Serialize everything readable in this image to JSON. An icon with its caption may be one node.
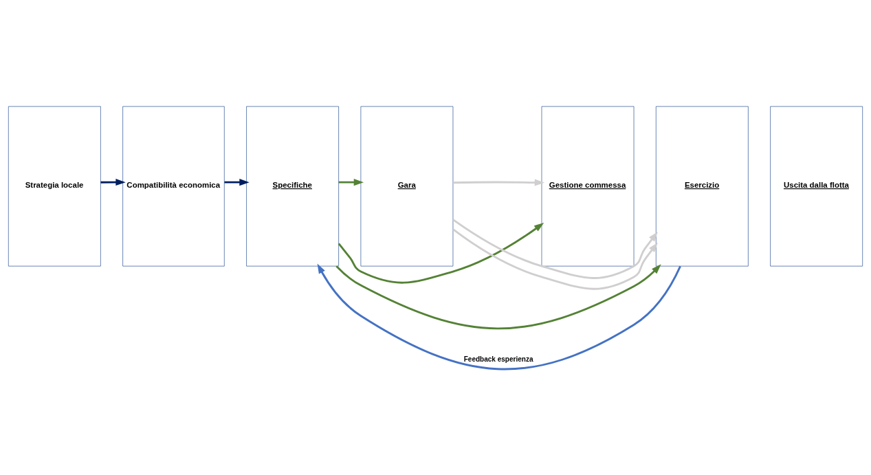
{
  "diagram": {
    "nodes": [
      {
        "text": [
          "Strategia locale"
        ]
      },
      {
        "text": [
          "Compatibilità economica"
        ]
      },
      {
        "text": [
          "Specifiche"
        ]
      },
      {
        "text": [
          "Gara"
        ]
      },
      {
        "text": [
          "Gestione commessa"
        ]
      },
      {
        "text": [
          "Esercizio"
        ]
      },
      {
        "text": [
          "Uscita dalla flotta"
        ]
      }
    ],
    "edges": [
      {
        "from": 0,
        "to": 1,
        "arrow": "to",
        "color": "#002060"
      },
      {
        "from": 1,
        "to": 2,
        "arrow": "to",
        "color": "#002060"
      },
      {
        "from": 5,
        "to": 2,
        "arrow": "to",
        "label": "Feedback esperienza",
        "color": "#4472c4"
      },
      {
        "from": 3,
        "to": 5,
        "arrow": "to",
        "color": "#d0cece"
      },
      {
        "from": 3,
        "to": 4,
        "arrow": "to",
        "color": "#d0cece"
      },
      {
        "from": 3,
        "to": 5,
        "arrow": "to",
        "color": "#d0cece"
      },
      {
        "from": 2,
        "to": 3,
        "arrow": "to",
        "color": "#548235"
      },
      {
        "from": 2,
        "to": 4,
        "arrow": "to",
        "color": "#548235"
      },
      {
        "from": 2,
        "to": 5,
        "arrow": "to",
        "color": "#548235"
      }
    ]
  }
}
